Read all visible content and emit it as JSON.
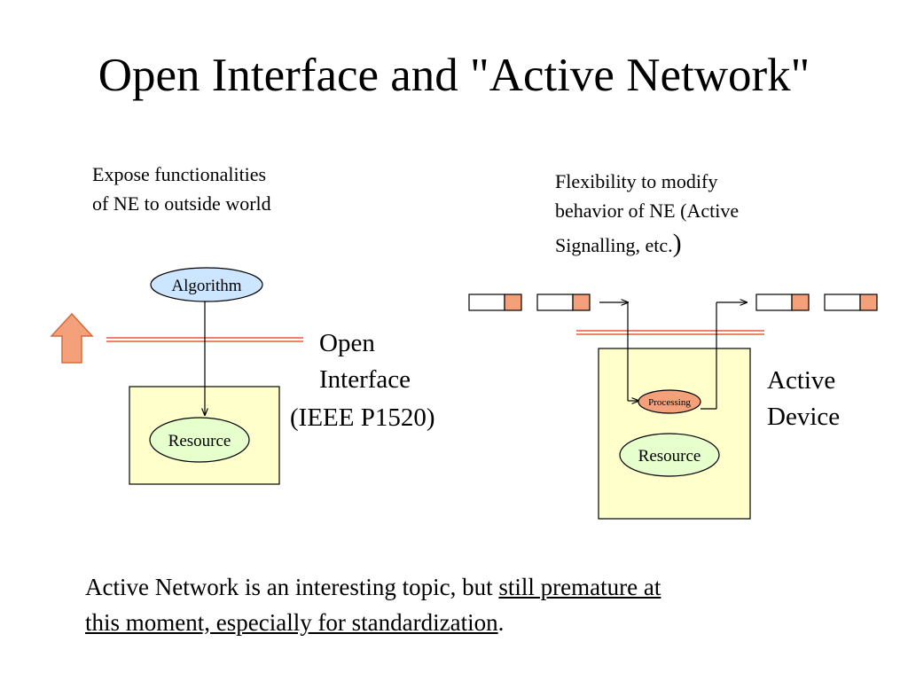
{
  "slide": {
    "title": "Open Interface and \"Active Network\""
  },
  "left_panel": {
    "caption_line1": "Expose functionalities",
    "caption_line2": "of NE to outside world",
    "algorithm_label": "Algorithm",
    "resource_label": "Resource",
    "open_interface_line1": "Open",
    "open_interface_line2": "Interface",
    "open_interface_line3": "(IEEE P1520)"
  },
  "right_panel": {
    "caption_line1": "Flexibility to modify",
    "caption_line2": "behavior of NE (Active",
    "caption_line3": "Signalling, etc.",
    "caption_paren": ")",
    "processing_label": "Processing",
    "resource_label": "Resource",
    "device_line1": "Active",
    "device_line2": "Device"
  },
  "footer": {
    "text_plain": "Active Network is an interesting topic, but ",
    "text_underlined_1": "still premature at",
    "text_underlined_2": "this moment, especially for standardization",
    "text_end": "."
  },
  "colors": {
    "box_fill": "#ffffcc",
    "algorithm_fill": "#cce6ff",
    "resource_fill": "#e6ffcc",
    "orange": "#f4a07a",
    "interface_line": "#f08070"
  }
}
